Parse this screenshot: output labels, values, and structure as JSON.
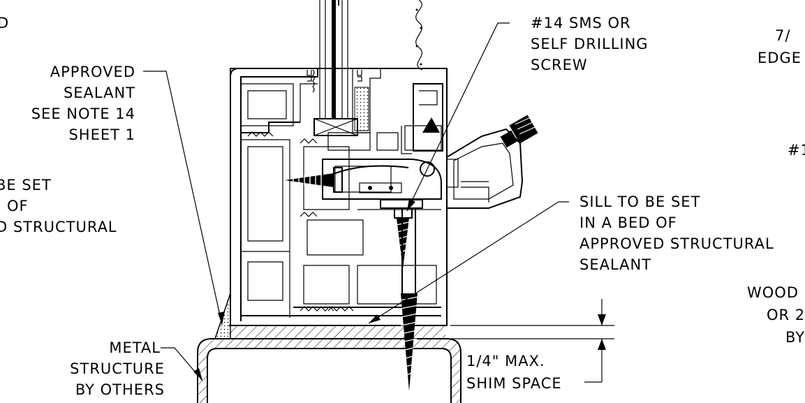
{
  "labels": {
    "approved_sealant": [
      "APPROVED",
      "SEALANT",
      "SEE NOTE 14",
      "SHEET 1"
    ],
    "sms_screw": [
      "#14 SMS OR",
      "SELF DRILLING",
      "SCREW"
    ],
    "sill_bed": [
      "SILL TO BE SET",
      "IN A BED OF",
      "APPROVED STRUCTURAL",
      "SEALANT"
    ],
    "metal_structure": [
      "METAL",
      "STRUCTURE",
      "BY OTHERS"
    ],
    "shim_space": [
      "1/4\" MAX.",
      "SHIM SPACE"
    ],
    "left_cut": [
      "D",
      "BE SET",
      "OF",
      "D STRUCTURAL"
    ],
    "right_cut": [
      "7/",
      "EDGE",
      "#1",
      "WOOD",
      "OR 2",
      "BY"
    ]
  }
}
